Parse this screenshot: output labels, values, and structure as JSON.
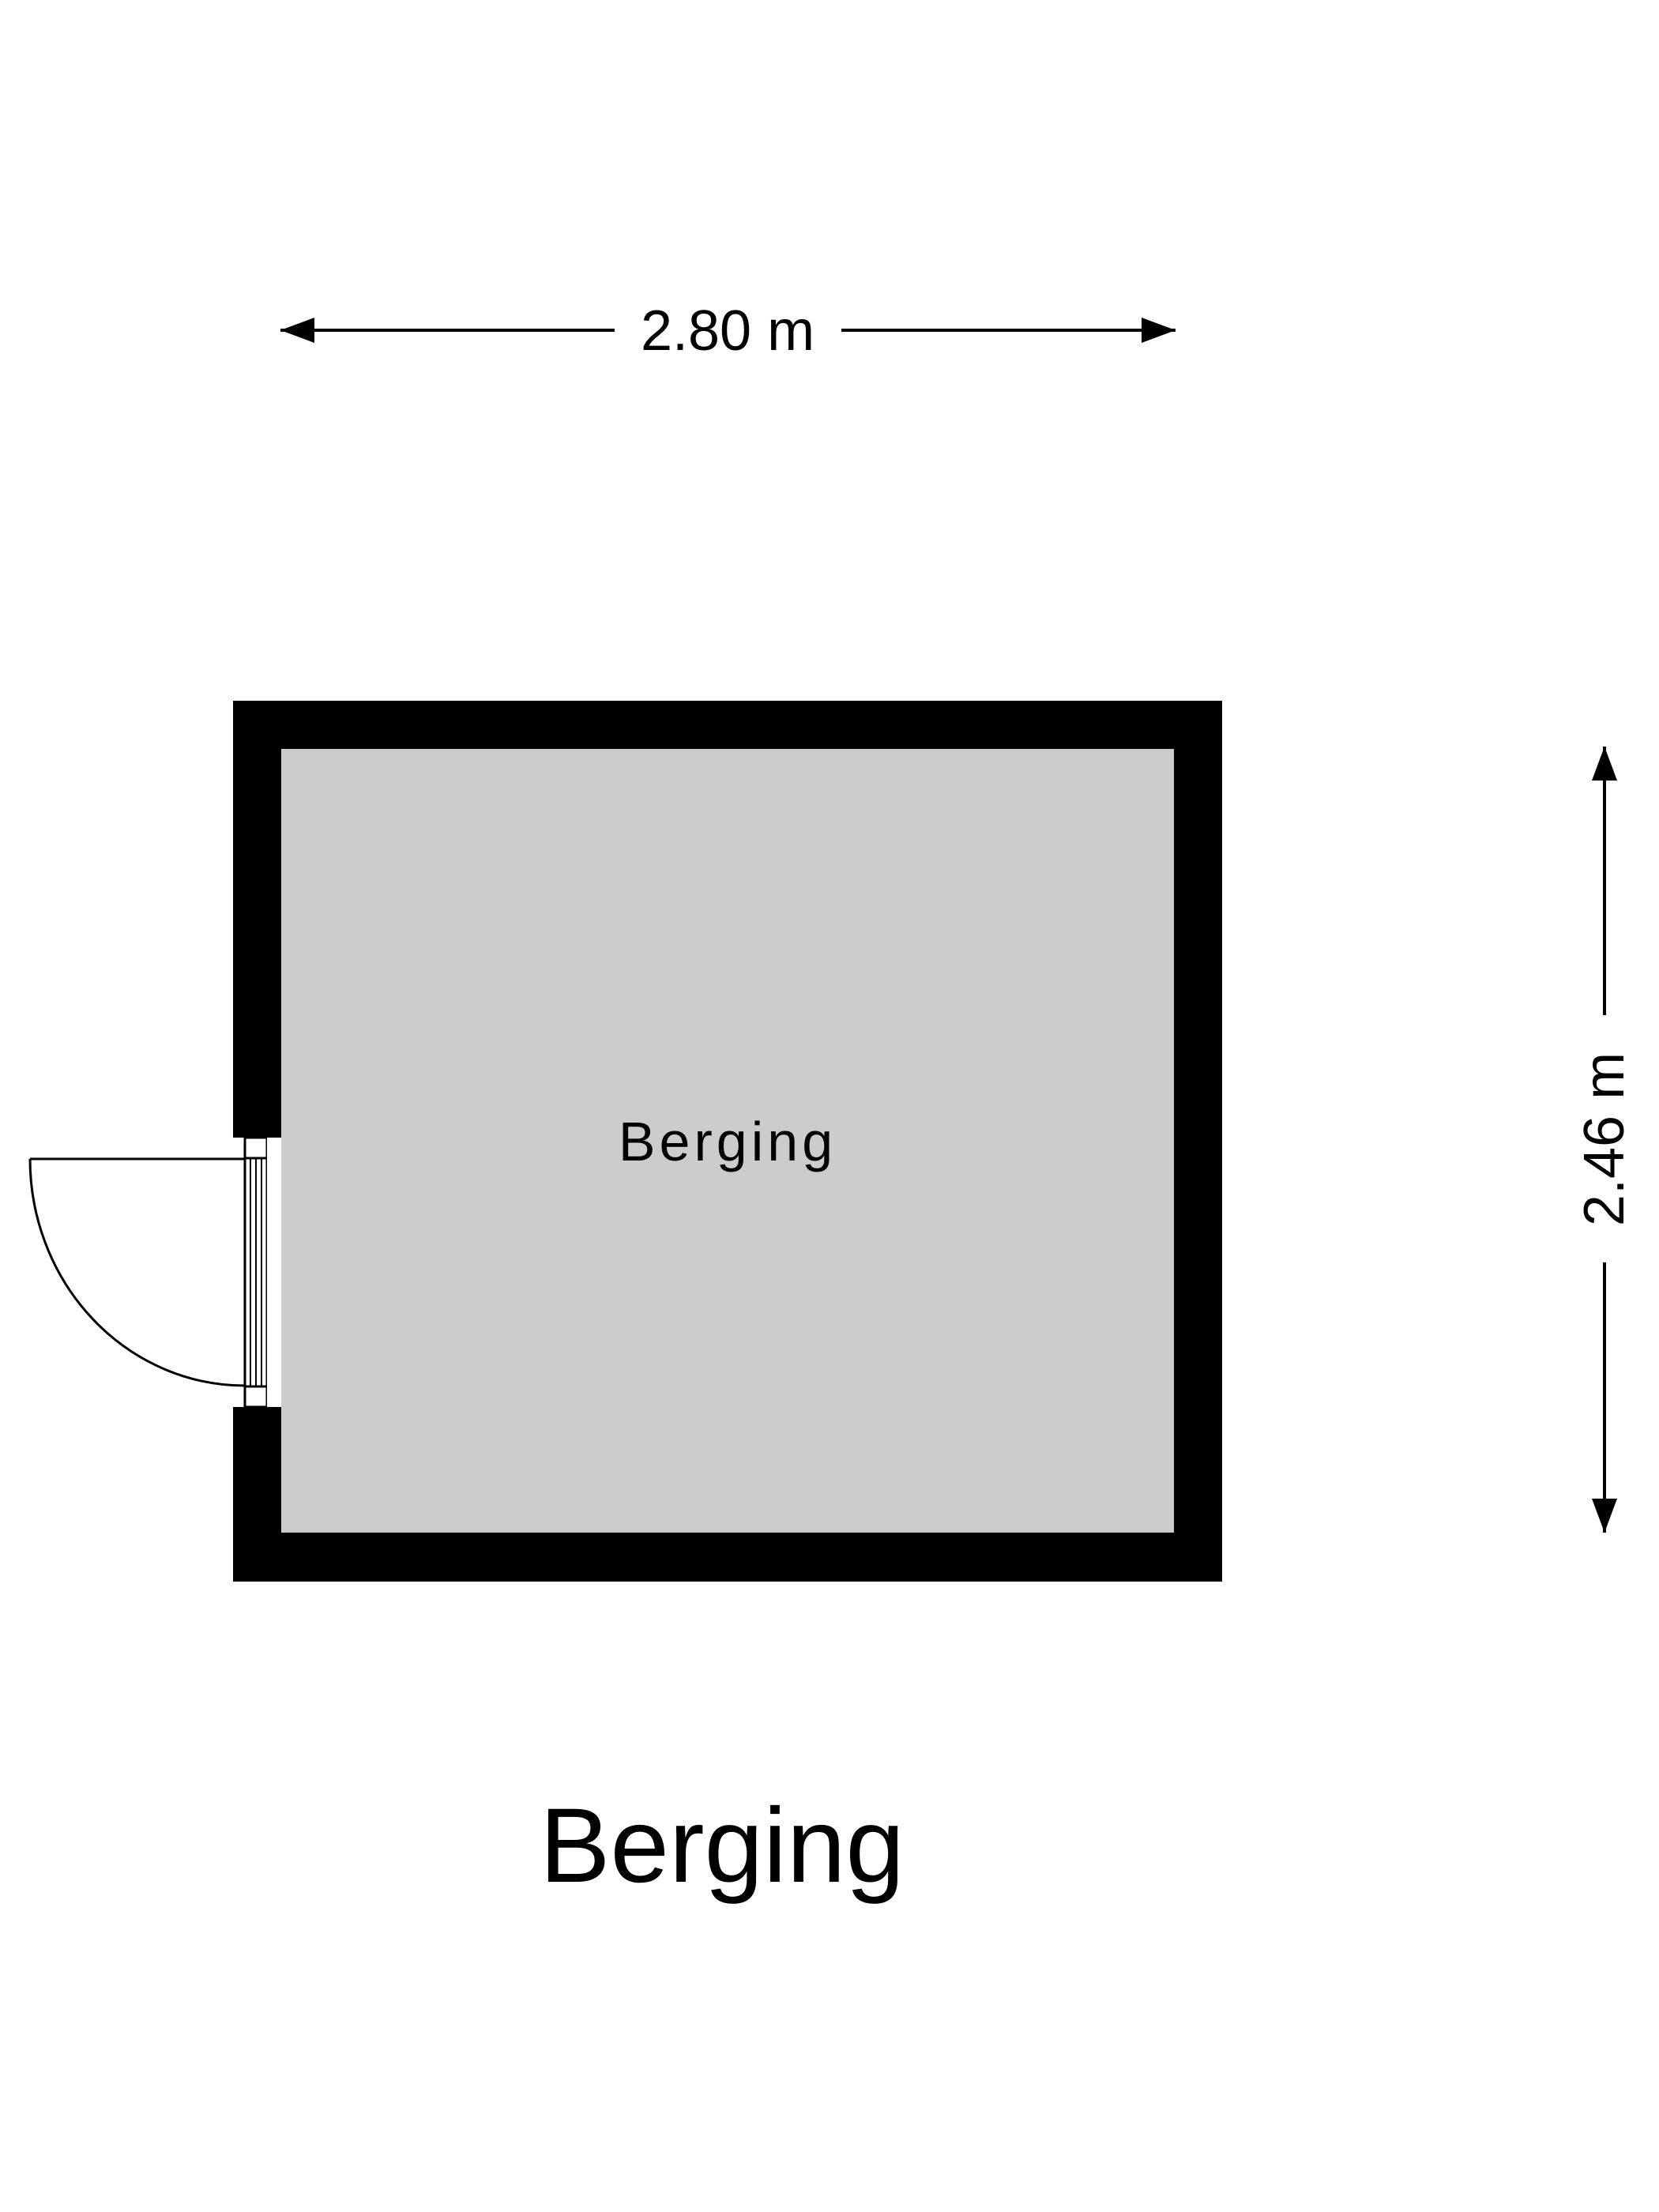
{
  "dimensions": {
    "width_label": "2.80 m",
    "height_label": "2.46 m"
  },
  "room": {
    "name": "Berging"
  },
  "floor_title": "Berging",
  "colors": {
    "wall": "#000000",
    "floor": "#cccccc",
    "background": "#ffffff"
  }
}
